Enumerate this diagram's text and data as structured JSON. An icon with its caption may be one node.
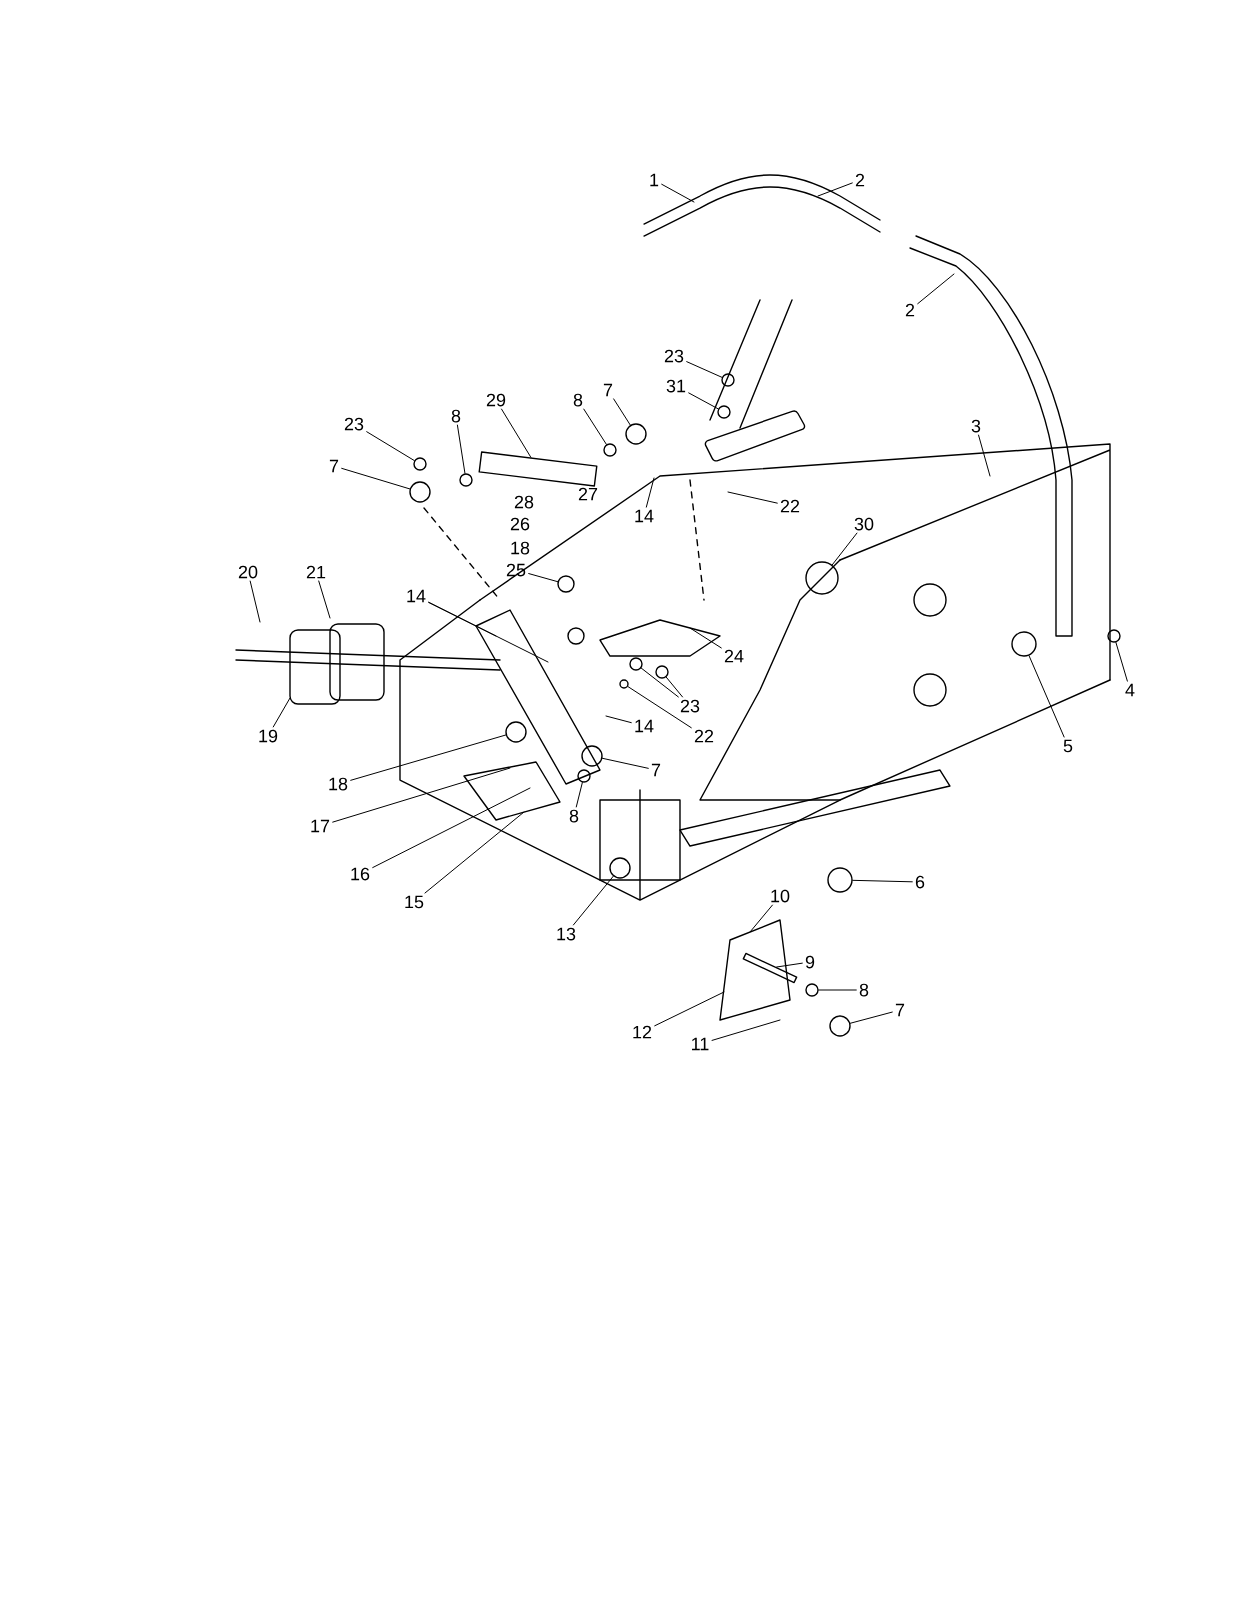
{
  "diagram": {
    "nodes": [
      {
        "text": [
          "1"
        ]
      },
      {
        "text": [
          "2"
        ]
      },
      {
        "text": [
          "2"
        ]
      },
      {
        "text": [
          "23"
        ]
      },
      {
        "text": [
          "31"
        ]
      },
      {
        "text": [
          "29"
        ]
      },
      {
        "text": [
          "8"
        ]
      },
      {
        "text": [
          "8"
        ]
      },
      {
        "text": [
          "7"
        ]
      },
      {
        "text": [
          "3"
        ]
      },
      {
        "text": [
          "23"
        ]
      },
      {
        "text": [
          "7"
        ]
      },
      {
        "text": [
          "14"
        ]
      },
      {
        "text": [
          "22"
        ]
      },
      {
        "text": [
          "30"
        ]
      },
      {
        "text": [
          "25"
        ]
      },
      {
        "text": [
          "20"
        ]
      },
      {
        "text": [
          "21"
        ]
      },
      {
        "text": [
          "14"
        ]
      },
      {
        "text": [
          "24"
        ]
      },
      {
        "text": [
          "4"
        ]
      },
      {
        "text": [
          "23"
        ]
      },
      {
        "text": [
          "19"
        ]
      },
      {
        "text": [
          "14"
        ]
      },
      {
        "text": [
          "22"
        ]
      },
      {
        "text": [
          "5"
        ]
      },
      {
        "text": [
          "7"
        ]
      },
      {
        "text": [
          "18"
        ]
      },
      {
        "text": [
          "8"
        ]
      },
      {
        "text": [
          "17"
        ]
      },
      {
        "text": [
          "16"
        ]
      },
      {
        "text": [
          "6"
        ]
      },
      {
        "text": [
          "10"
        ]
      },
      {
        "text": [
          "15"
        ]
      },
      {
        "text": [
          "13"
        ]
      },
      {
        "text": [
          "9"
        ]
      },
      {
        "text": [
          "8"
        ]
      },
      {
        "text": [
          "7"
        ]
      },
      {
        "text": [
          "12"
        ]
      },
      {
        "text": [
          "11"
        ]
      },
      {
        "text": [],
        "shape": "circle"
      },
      {
        "text": [],
        "shape": "circle"
      },
      {
        "text": [],
        "shape": "circle"
      },
      {
        "text": [],
        "shape": "circle"
      },
      {
        "text": [],
        "shape": "circle"
      },
      {
        "text": [],
        "shape": "circle"
      },
      {
        "text": [],
        "shape": "circle"
      },
      {
        "text": [],
        "shape": "circle"
      },
      {
        "text": [],
        "shape": "circle"
      },
      {
        "text": [],
        "shape": "circle"
      },
      {
        "text": [],
        "shape": "circle"
      },
      {
        "text": [],
        "shape": "circle"
      },
      {
        "text": [],
        "shape": "circle"
      },
      {
        "text": [],
        "shape": "circle"
      },
      {
        "text": [],
        "shape": "circle"
      },
      {
        "text": [],
        "shape": "circle"
      },
      {
        "text": [],
        "shape": "circle"
      },
      {
        "text": [],
        "shape": "circle"
      },
      {
        "text": [],
        "shape": "circle"
      },
      {
        "text": [],
        "shape": "circle"
      },
      {
        "text": [],
        "shape": "circle"
      },
      {
        "text": [],
        "shape": "bar"
      },
      {
        "text": [],
        "shape": "bar"
      }
    ],
    "edges": [
      {
        "from": 0,
        "to": null,
        "arrow": "none"
      },
      {
        "from": 1,
        "to": null,
        "arrow": "none"
      },
      {
        "from": 2,
        "to": null,
        "arrow": "none"
      },
      {
        "from": 3,
        "to": 40,
        "arrow": "none"
      },
      {
        "from": 4,
        "to": 41,
        "arrow": "none"
      },
      {
        "from": 5,
        "to": 62,
        "arrow": "none"
      },
      {
        "from": 6,
        "to": 42,
        "arrow": "none"
      },
      {
        "from": 7,
        "to": 43,
        "arrow": "none"
      },
      {
        "from": 8,
        "to": 44,
        "arrow": "none"
      },
      {
        "from": 9,
        "to": null,
        "arrow": "none"
      },
      {
        "from": 10,
        "to": 45,
        "arrow": "none"
      },
      {
        "from": 11,
        "to": 46,
        "arrow": "none"
      },
      {
        "from": 12,
        "to": null,
        "arrow": "none"
      },
      {
        "from": 13,
        "to": null,
        "arrow": "none"
      },
      {
        "from": 14,
        "to": 47,
        "arrow": "none"
      },
      {
        "from": 15,
        "to": 48,
        "arrow": "none"
      },
      {
        "from": 16,
        "to": null,
        "arrow": "none"
      },
      {
        "from": 17,
        "to": null,
        "arrow": "none"
      },
      {
        "from": 18,
        "to": null,
        "arrow": "none"
      },
      {
        "from": 18,
        "to": null,
        "arrow": "none"
      },
      {
        "from": 19,
        "to": null,
        "arrow": "none"
      },
      {
        "from": 20,
        "to": 49,
        "arrow": "none"
      },
      {
        "from": 21,
        "to": 50,
        "arrow": "none"
      },
      {
        "from": 21,
        "to": 51,
        "arrow": "none"
      },
      {
        "from": 22,
        "to": null,
        "arrow": "none"
      },
      {
        "from": 23,
        "to": null,
        "arrow": "none"
      },
      {
        "from": 24,
        "to": 60,
        "arrow": "none"
      },
      {
        "from": 25,
        "to": 52,
        "arrow": "none"
      },
      {
        "from": 26,
        "to": 54,
        "arrow": "none"
      },
      {
        "from": 27,
        "to": 53,
        "arrow": "none"
      },
      {
        "from": 28,
        "to": 55,
        "arrow": "none"
      },
      {
        "from": 29,
        "to": null,
        "arrow": "none"
      },
      {
        "from": 30,
        "to": null,
        "arrow": "none"
      },
      {
        "from": 31,
        "to": 57,
        "arrow": "none"
      },
      {
        "from": 32,
        "to": null,
        "arrow": "none"
      },
      {
        "from": 33,
        "to": null,
        "arrow": "none"
      },
      {
        "from": 34,
        "to": 56,
        "arrow": "none"
      },
      {
        "from": 35,
        "to": 61,
        "arrow": "none"
      },
      {
        "from": 36,
        "to": 58,
        "arrow": "none"
      },
      {
        "from": 37,
        "to": 59,
        "arrow": "none"
      },
      {
        "from": 38,
        "to": null,
        "arrow": "none"
      },
      {
        "from": 39,
        "to": null,
        "arrow": "none"
      }
    ],
    "labels": [
      "27",
      "28",
      "26",
      "18"
    ]
  }
}
